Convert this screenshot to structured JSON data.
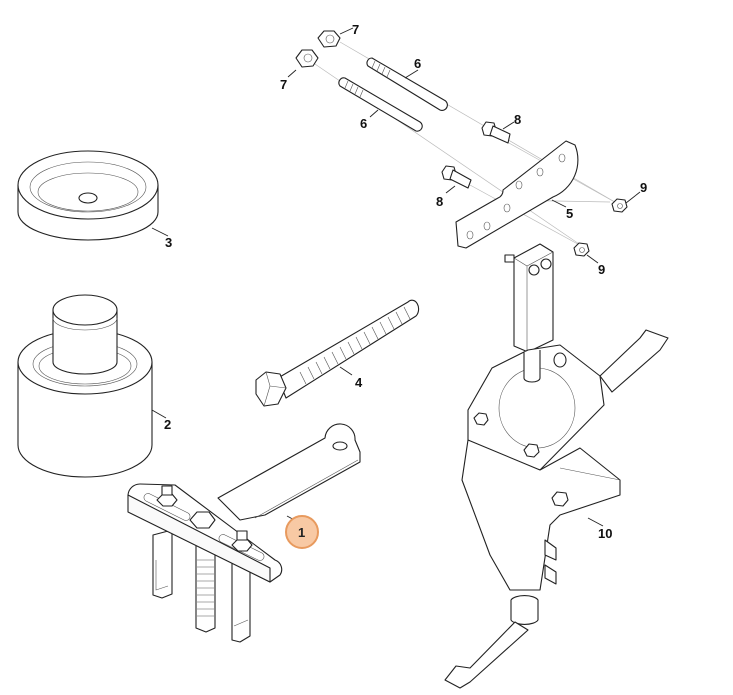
{
  "diagram": {
    "type": "exploded-parts-view",
    "background": "#ffffff",
    "highlight_color": "#f8c9a4",
    "highlight_border": "#e89a5e",
    "selected_part": "1",
    "parts": [
      {
        "number": "1",
        "name": "puller-assembly",
        "label": "1",
        "highlighted": true
      },
      {
        "number": "2",
        "name": "stepped-cylinder-press-tool",
        "label": "2"
      },
      {
        "number": "3",
        "name": "press-sleeve-disc",
        "label": "3"
      },
      {
        "number": "4",
        "name": "hex-bolt",
        "label": "4"
      },
      {
        "number": "5",
        "name": "mounting-plate",
        "label": "5"
      },
      {
        "number": "6a",
        "name": "stud",
        "label": "6"
      },
      {
        "number": "6b",
        "name": "stud",
        "label": "6"
      },
      {
        "number": "7a",
        "name": "hex-nut",
        "label": "7"
      },
      {
        "number": "7b",
        "name": "hex-nut",
        "label": "7"
      },
      {
        "number": "8a",
        "name": "hex-screw",
        "label": "8"
      },
      {
        "number": "8b",
        "name": "hex-screw",
        "label": "8"
      },
      {
        "number": "9a",
        "name": "hex-nut-small",
        "label": "9"
      },
      {
        "number": "9b",
        "name": "hex-nut-small",
        "label": "9"
      },
      {
        "number": "10",
        "name": "holding-fixture",
        "label": "10"
      }
    ]
  }
}
